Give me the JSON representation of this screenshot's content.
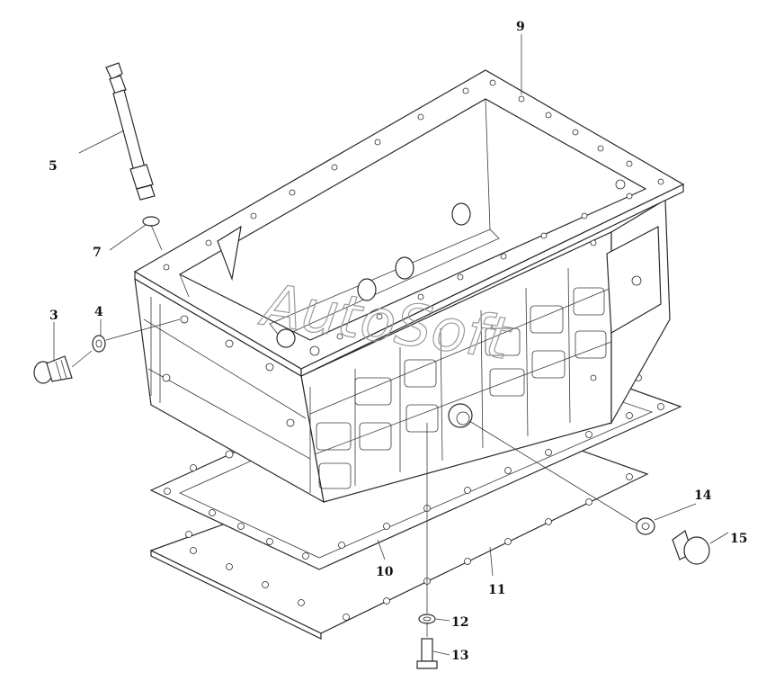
{
  "watermark": "AutoSoft",
  "callouts": [
    {
      "id": "9",
      "label": "9"
    },
    {
      "id": "5",
      "label": "5"
    },
    {
      "id": "7",
      "label": "7"
    },
    {
      "id": "4",
      "label": "4"
    },
    {
      "id": "3",
      "label": "3"
    },
    {
      "id": "14",
      "label": "14"
    },
    {
      "id": "15",
      "label": "15"
    },
    {
      "id": "10",
      "label": "10"
    },
    {
      "id": "11",
      "label": "11"
    },
    {
      "id": "12",
      "label": "12"
    },
    {
      "id": "13",
      "label": "13"
    }
  ]
}
